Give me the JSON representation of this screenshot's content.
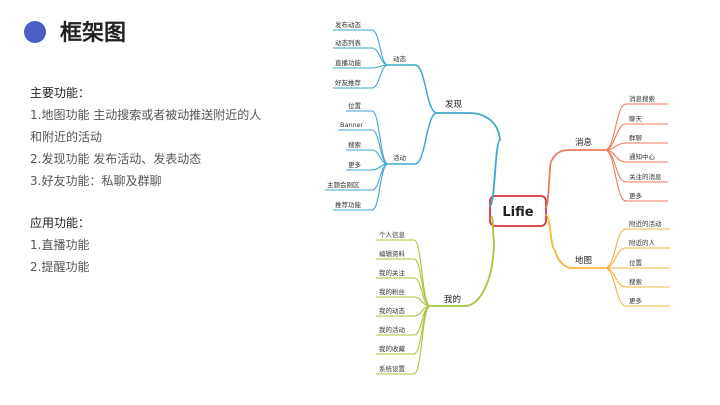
{
  "title": "框架图",
  "features": {
    "main_heading": "主要功能：",
    "main_items": [
      "1.地图功能 主动搜索或者被动推送附近的人",
      "和附近的活动",
      "2.发现功能 发布活动、发表动态",
      "3.好友功能：私聊及群聊"
    ],
    "app_heading": "应用功能：",
    "app_items": [
      "1.直播功能",
      "2.提醒功能"
    ]
  },
  "mindmap": {
    "root": "Lifie",
    "colors": {
      "discover": "#3ea7cf",
      "message": "#ee7a5c",
      "map": "#f2b640",
      "mine": "#a4c637",
      "root_border": "#d9343a"
    },
    "discover": {
      "label": "发现",
      "dynamic": {
        "label": "动态",
        "items": [
          "发布动态",
          "动态列表",
          "直播功能",
          "好友推荐"
        ]
      },
      "activity": {
        "label": "活动",
        "items": [
          "位置",
          "Banner",
          "搜索",
          "更多",
          "主题会刚区",
          "推荐功能"
        ]
      }
    },
    "message": {
      "label": "消息",
      "items": [
        "消息搜索",
        "聊天",
        "群聊",
        "通知中心",
        "关注的消息",
        "更多"
      ]
    },
    "map": {
      "label": "地图",
      "items": [
        "附近的活动",
        "附近的人",
        "位置",
        "搜索",
        "更多"
      ]
    },
    "mine": {
      "label": "我的",
      "items": [
        "个人信息",
        "编辑资料",
        "我的关注",
        "我的粉丝",
        "我的动态",
        "我的活动",
        "我的收藏",
        "系统设置"
      ]
    }
  }
}
